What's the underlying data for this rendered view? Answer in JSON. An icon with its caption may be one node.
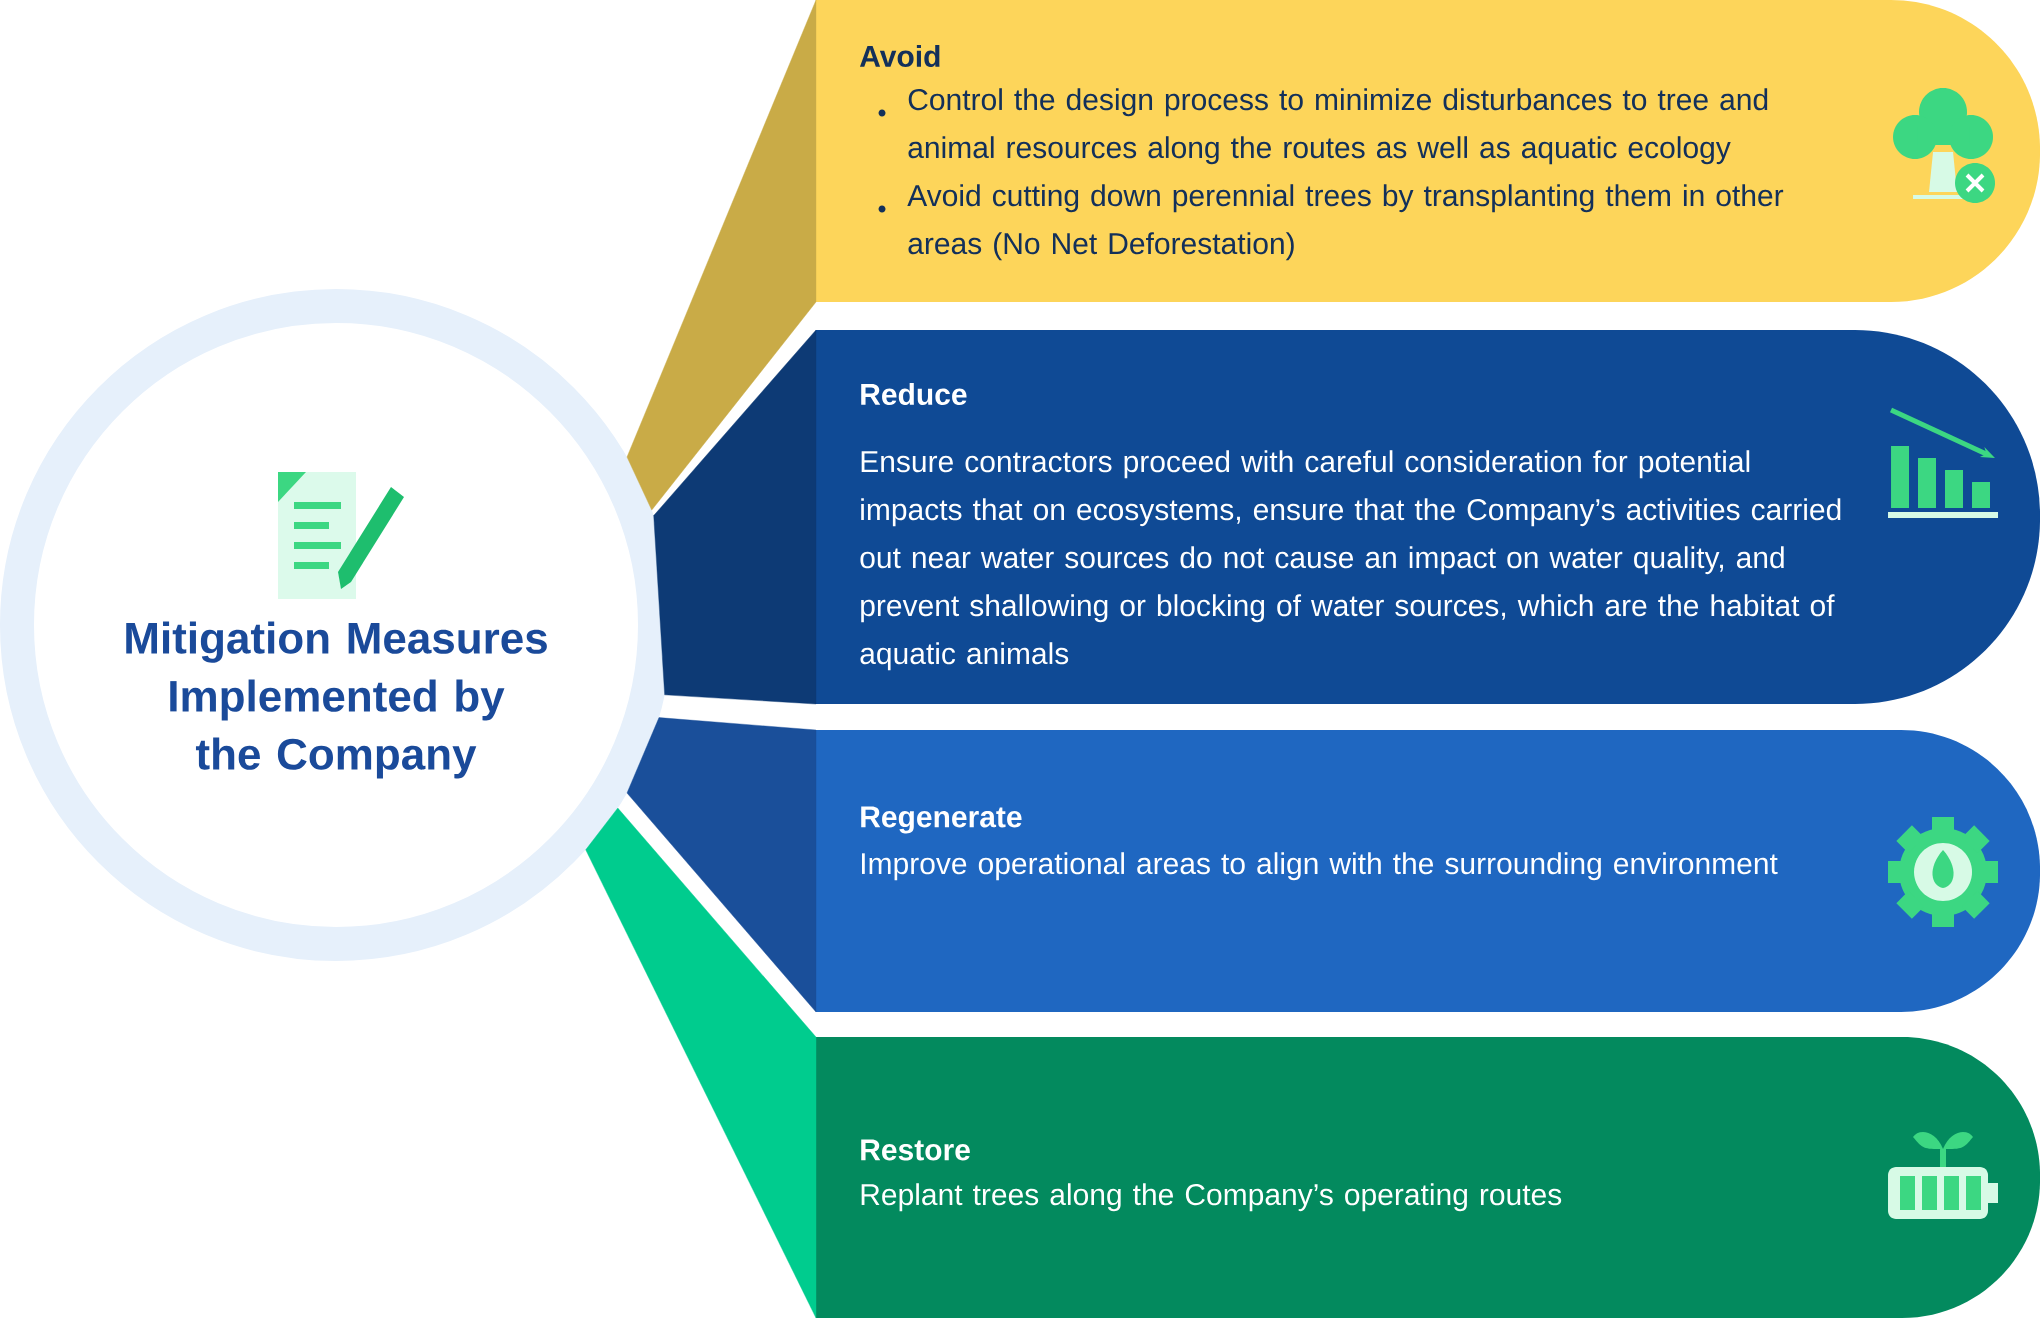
{
  "diagram": {
    "nodes": [
      {
        "text": [
          "Mitigation Measures Implemented by the Company"
        ]
      },
      {
        "text": [
          "Avoid",
          "Control the design process to minimize disturbances to tree and animal resources along the routes as well as aquatic ecology",
          "Avoid cutting down perennial trees by transplanting them in other areas (No Net Deforestation)"
        ]
      },
      {
        "text": [
          "Reduce",
          "Ensure contractors proceed with careful consideration for potential impacts that on ecosystems, ensure that the Company’s activities carried out near water sources do not cause an impact on water quality, and prevent shallowing or blocking of water sources, which are the habitat of aquatic animals"
        ]
      },
      {
        "text": [
          "Regenerate",
          "Improve operational areas to align with the surrounding environment"
        ]
      },
      {
        "text": [
          "Restore",
          "Replant trees along the Company’s operating routes"
        ]
      }
    ],
    "edges": [
      {
        "from": 0,
        "to": 1,
        "arrow": "none",
        "color": "#c9ab47"
      },
      {
        "from": 0,
        "to": 2,
        "arrow": "none",
        "color": "#0d3a75"
      },
      {
        "from": 0,
        "to": 3,
        "arrow": "none",
        "color": "#1a4f9a"
      },
      {
        "from": 0,
        "to": 4,
        "arrow": "none",
        "color": "#00cc8e"
      }
    ]
  }
}
